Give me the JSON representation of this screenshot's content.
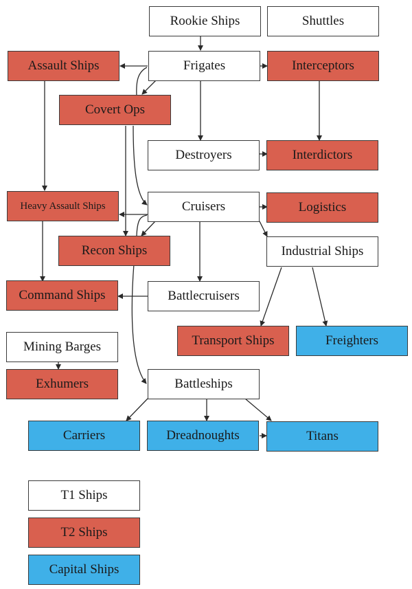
{
  "diagram": {
    "title": "Ship progression tree",
    "nodes": {
      "rookie_ships": "Rookie Ships",
      "shuttles": "Shuttles",
      "assault_ships": "Assault Ships",
      "frigates": "Frigates",
      "interceptors": "Interceptors",
      "covert_ops": "Covert Ops",
      "destroyers": "Destroyers",
      "interdictors": "Interdictors",
      "heavy_assault_ships": "Heavy Assault Ships",
      "cruisers": "Cruisers",
      "logistics": "Logistics",
      "recon_ships": "Recon Ships",
      "industrial_ships": "Industrial Ships",
      "command_ships": "Command Ships",
      "battlecruisers": "Battlecruisers",
      "transport_ships": "Transport Ships",
      "freighters": "Freighters",
      "mining_barges": "Mining Barges",
      "exhumers": "Exhumers",
      "battleships": "Battleships",
      "carriers": "Carriers",
      "dreadnoughts": "Dreadnoughts",
      "titans": "Titans"
    },
    "edges": [
      [
        "Rookie Ships",
        "Frigates"
      ],
      [
        "Frigates",
        "Assault Ships"
      ],
      [
        "Frigates",
        "Interceptors"
      ],
      [
        "Frigates",
        "Covert Ops"
      ],
      [
        "Frigates",
        "Destroyers"
      ],
      [
        "Frigates",
        "Cruisers"
      ],
      [
        "Interceptors",
        "Interdictors"
      ],
      [
        "Destroyers",
        "Interdictors"
      ],
      [
        "Assault Ships",
        "Heavy Assault Ships"
      ],
      [
        "Covert Ops",
        "Recon Ships"
      ],
      [
        "Cruisers",
        "Heavy Assault Ships"
      ],
      [
        "Cruisers",
        "Recon Ships"
      ],
      [
        "Cruisers",
        "Logistics"
      ],
      [
        "Cruisers",
        "Industrial Ships"
      ],
      [
        "Cruisers",
        "Battlecruisers"
      ],
      [
        "Cruisers",
        "Battleships"
      ],
      [
        "Heavy Assault Ships",
        "Command Ships"
      ],
      [
        "Battlecruisers",
        "Command Ships"
      ],
      [
        "Industrial Ships",
        "Transport Ships"
      ],
      [
        "Industrial Ships",
        "Freighters"
      ],
      [
        "Mining Barges",
        "Exhumers"
      ],
      [
        "Battleships",
        "Carriers"
      ],
      [
        "Battleships",
        "Dreadnoughts"
      ],
      [
        "Battleships",
        "Titans"
      ],
      [
        "Dreadnoughts",
        "Titans"
      ]
    ],
    "colors": {
      "t1": "#ffffff",
      "t2": "#d9604f",
      "capital": "#3fb0e8"
    }
  },
  "legend": {
    "t1": "T1 Ships",
    "t2": "T2 Ships",
    "capital": "Capital Ships"
  }
}
